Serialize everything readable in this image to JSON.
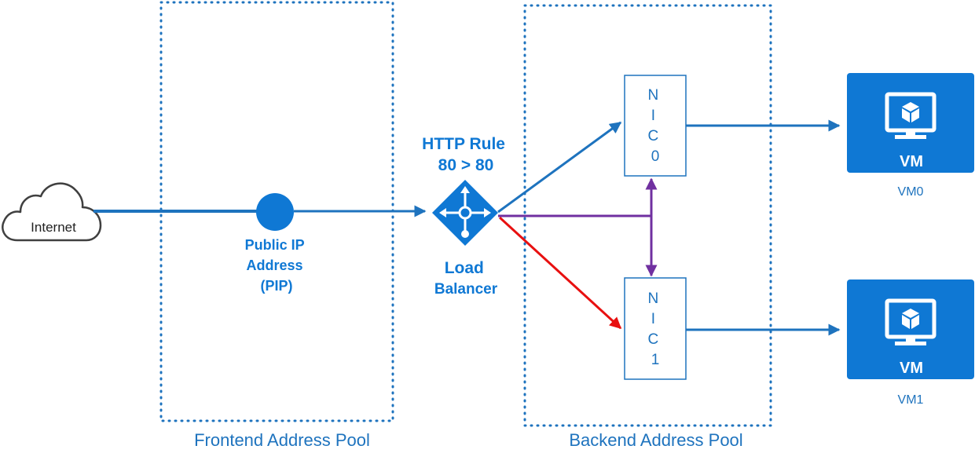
{
  "colors": {
    "blue": "#0F78D4",
    "line_blue": "#1E73BE",
    "purple": "#7030A0",
    "red": "#E81010",
    "dark": "#333333"
  },
  "internet": {
    "label": "Internet",
    "icon": "cloud-icon"
  },
  "frontend": {
    "pool_label": "Frontend Address Pool",
    "pip_label": [
      "Public IP",
      "Address",
      "(PIP)"
    ],
    "pip_icon": "public-ip-dot-icon"
  },
  "load_balancer": {
    "rule_label": [
      "HTTP Rule",
      "80 > 80"
    ],
    "label": [
      "Load",
      "Balancer"
    ],
    "icon": "load-balancer-icon"
  },
  "backend": {
    "pool_label": "Backend Address Pool",
    "nics": [
      {
        "letters": [
          "N",
          "I",
          "C",
          "0"
        ]
      },
      {
        "letters": [
          "N",
          "I",
          "C",
          "1"
        ]
      }
    ]
  },
  "vms": [
    {
      "badge": "VM",
      "caption": "VM0",
      "icon": "monitor-cube-icon"
    },
    {
      "badge": "VM",
      "caption": "VM1",
      "icon": "monitor-cube-icon"
    }
  ]
}
